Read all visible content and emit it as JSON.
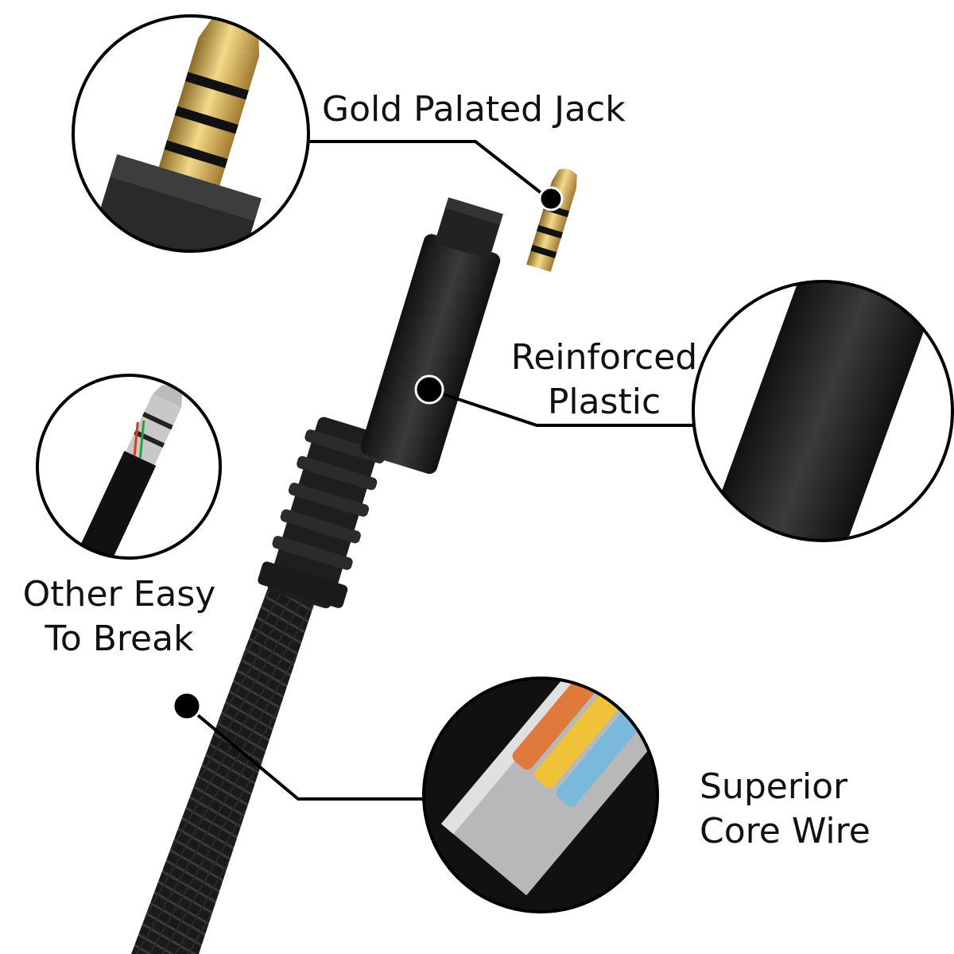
{
  "callouts": {
    "jack": {
      "line1": "Gold Palated Jack"
    },
    "plastic": {
      "line1": "Reinforced",
      "line2": "Plastic"
    },
    "break": {
      "line1": "Other Easy",
      "line2": "To Break"
    },
    "core": {
      "line1": "Superior",
      "line2": "Core Wire"
    }
  },
  "colors": {
    "text": "#111111",
    "outline": "#000000",
    "cable": "#1a1a1a",
    "gold": "#d4a84a",
    "wire_orange": "#e07a3c",
    "wire_yellow": "#f0c23a",
    "wire_blue": "#7ab8dc",
    "shield_silver": "#b8b8b8"
  }
}
